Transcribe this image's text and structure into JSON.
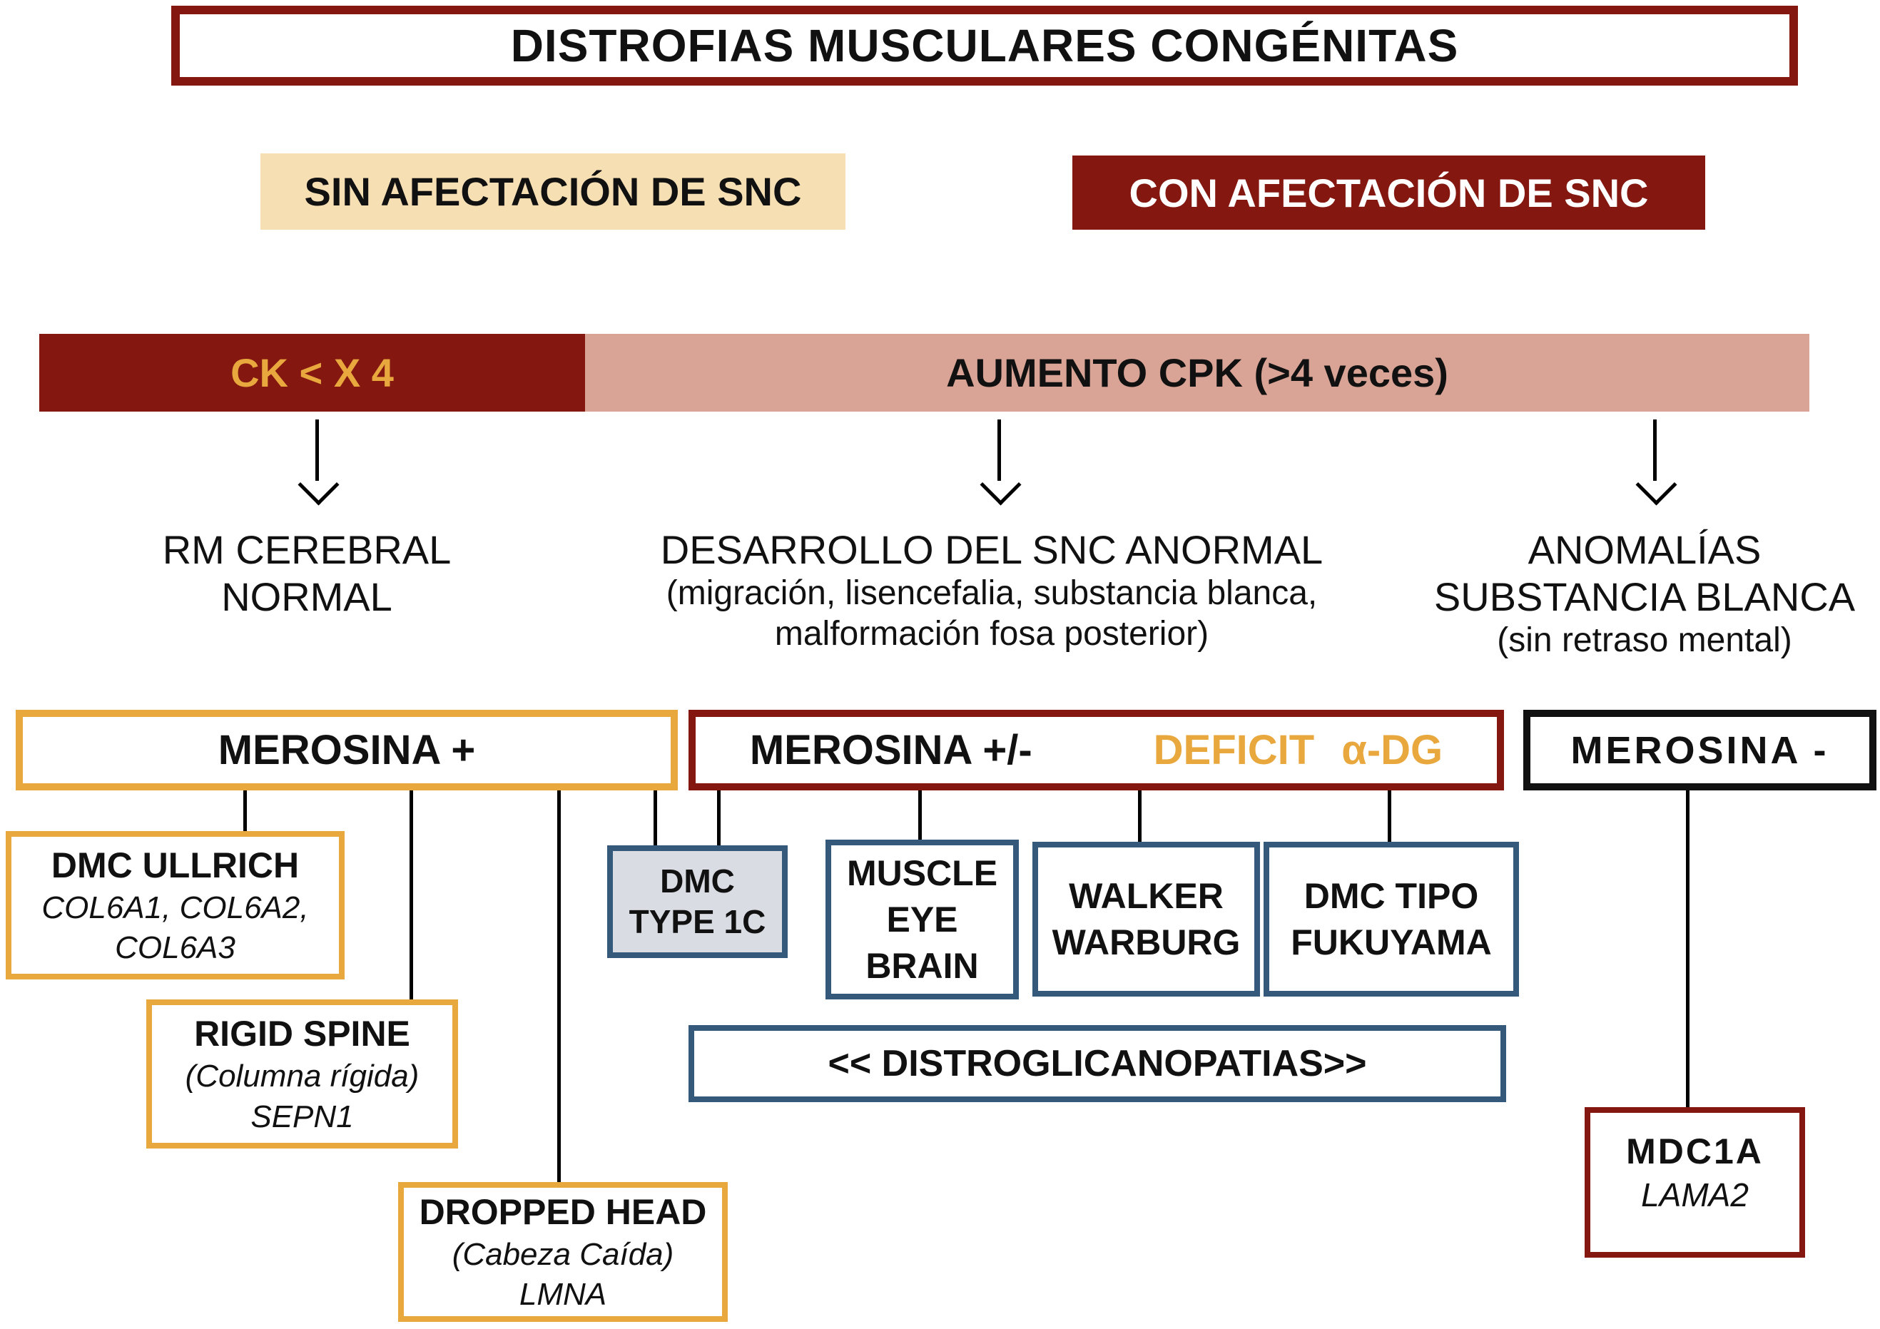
{
  "title": "DISTROFIAS MUSCULARES CONGÉNITAS",
  "top_labels": {
    "sin_snc": "SIN AFECTACIÓN DE SNC",
    "con_snc": "CON AFECTACIÓN DE SNC"
  },
  "ck_bar": {
    "low": "CK < X 4",
    "high": "AUMENTO CPK (>4 veces)"
  },
  "findings": {
    "left": {
      "line1": "RM CEREBRAL",
      "line2": "NORMAL"
    },
    "middle": {
      "line1": "DESARROLLO DEL SNC ANORMAL",
      "line2": "(migración, lisencefalia, substancia blanca,",
      "line3": "malformación fosa posterior)"
    },
    "right": {
      "line1": "ANOMALÍAS",
      "line2": "SUBSTANCIA BLANCA",
      "line3": "(sin retraso mental)"
    }
  },
  "categories": {
    "merosina_plus": "MEROSINA +",
    "merosina_plus_minus": "MEROSINA +/-",
    "deficit": "DEFICIT",
    "alpha_dg": "α-DG",
    "merosina_minus": "MEROSINA -"
  },
  "disease_boxes": {
    "dmc_ullrich": {
      "title": "DMC ULLRICH",
      "genes_line1": "COL6A1, COL6A2,",
      "genes_line2": "COL6A3"
    },
    "rigid_spine": {
      "title": "RIGID SPINE",
      "alias": "(Columna rígida)",
      "gene": "SEPN1"
    },
    "dropped_head": {
      "title": "DROPPED HEAD",
      "alias": "(Cabeza Caída)",
      "gene": "LMNA"
    },
    "dmc_type_1c": {
      "line1": "DMC",
      "line2": "TYPE 1C"
    },
    "muscle_eye_brain": {
      "line1": "MUSCLE",
      "line2": "EYE",
      "line3": "BRAIN"
    },
    "walker_warburg": {
      "line1": "WALKER",
      "line2": "WARBURG"
    },
    "dmc_tipo_fukuyama": {
      "line1": "DMC TIPO",
      "line2": "FUKUYAMA"
    },
    "distroglicanopatias": "<< DISTROGLICANOPATIAS>>",
    "mdc1a": {
      "title": "MDC1A",
      "gene": "LAMA2"
    }
  },
  "colors": {
    "dark_red": "#841710",
    "salmon_pink": "#D9A496",
    "cream": "#F7DFB4",
    "orange_accent": "#E9A83E",
    "steel_blue": "#35597B",
    "light_blue_gray_fill": "#D9DCE3",
    "text_black": "#111111"
  }
}
